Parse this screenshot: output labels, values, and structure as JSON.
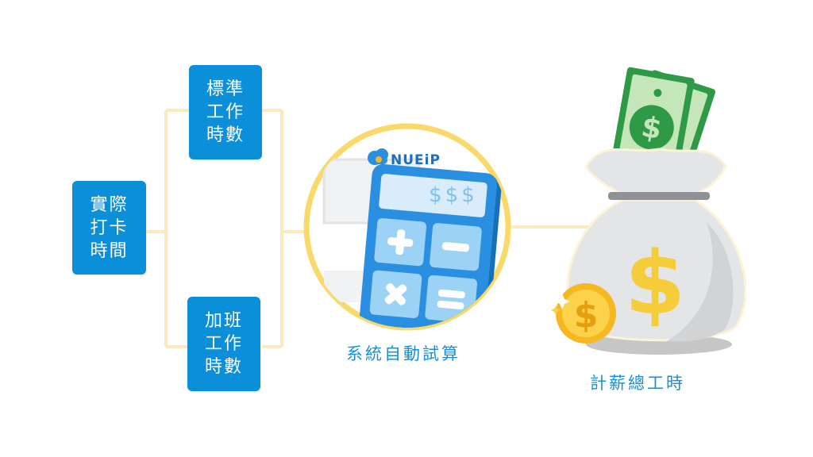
{
  "left_box": {
    "label": "實際\n打卡\n時間"
  },
  "top_box": {
    "label": "標準\n工作\n時數"
  },
  "bottom_box": {
    "label": "加班\n工作\n時數"
  },
  "calculator": {
    "brand": "NUEiP",
    "display": "$$$",
    "caption": "系統自動試算"
  },
  "result": {
    "caption": "計薪總工時"
  },
  "colors": {
    "box_blue": "#0b8fd8",
    "connector": "#fbeac0",
    "circle_ring": "#f9d96a",
    "caption_blue": "#1a8fd4",
    "coin_gold": "#f5b820",
    "bill_green": "#2e9a46",
    "bag_gray": "#e4e5e6"
  },
  "icons": [
    "calculator-icon",
    "money-bag-icon",
    "dollar-bill-icon",
    "gold-coin-icon",
    "cloud-logo-icon"
  ]
}
